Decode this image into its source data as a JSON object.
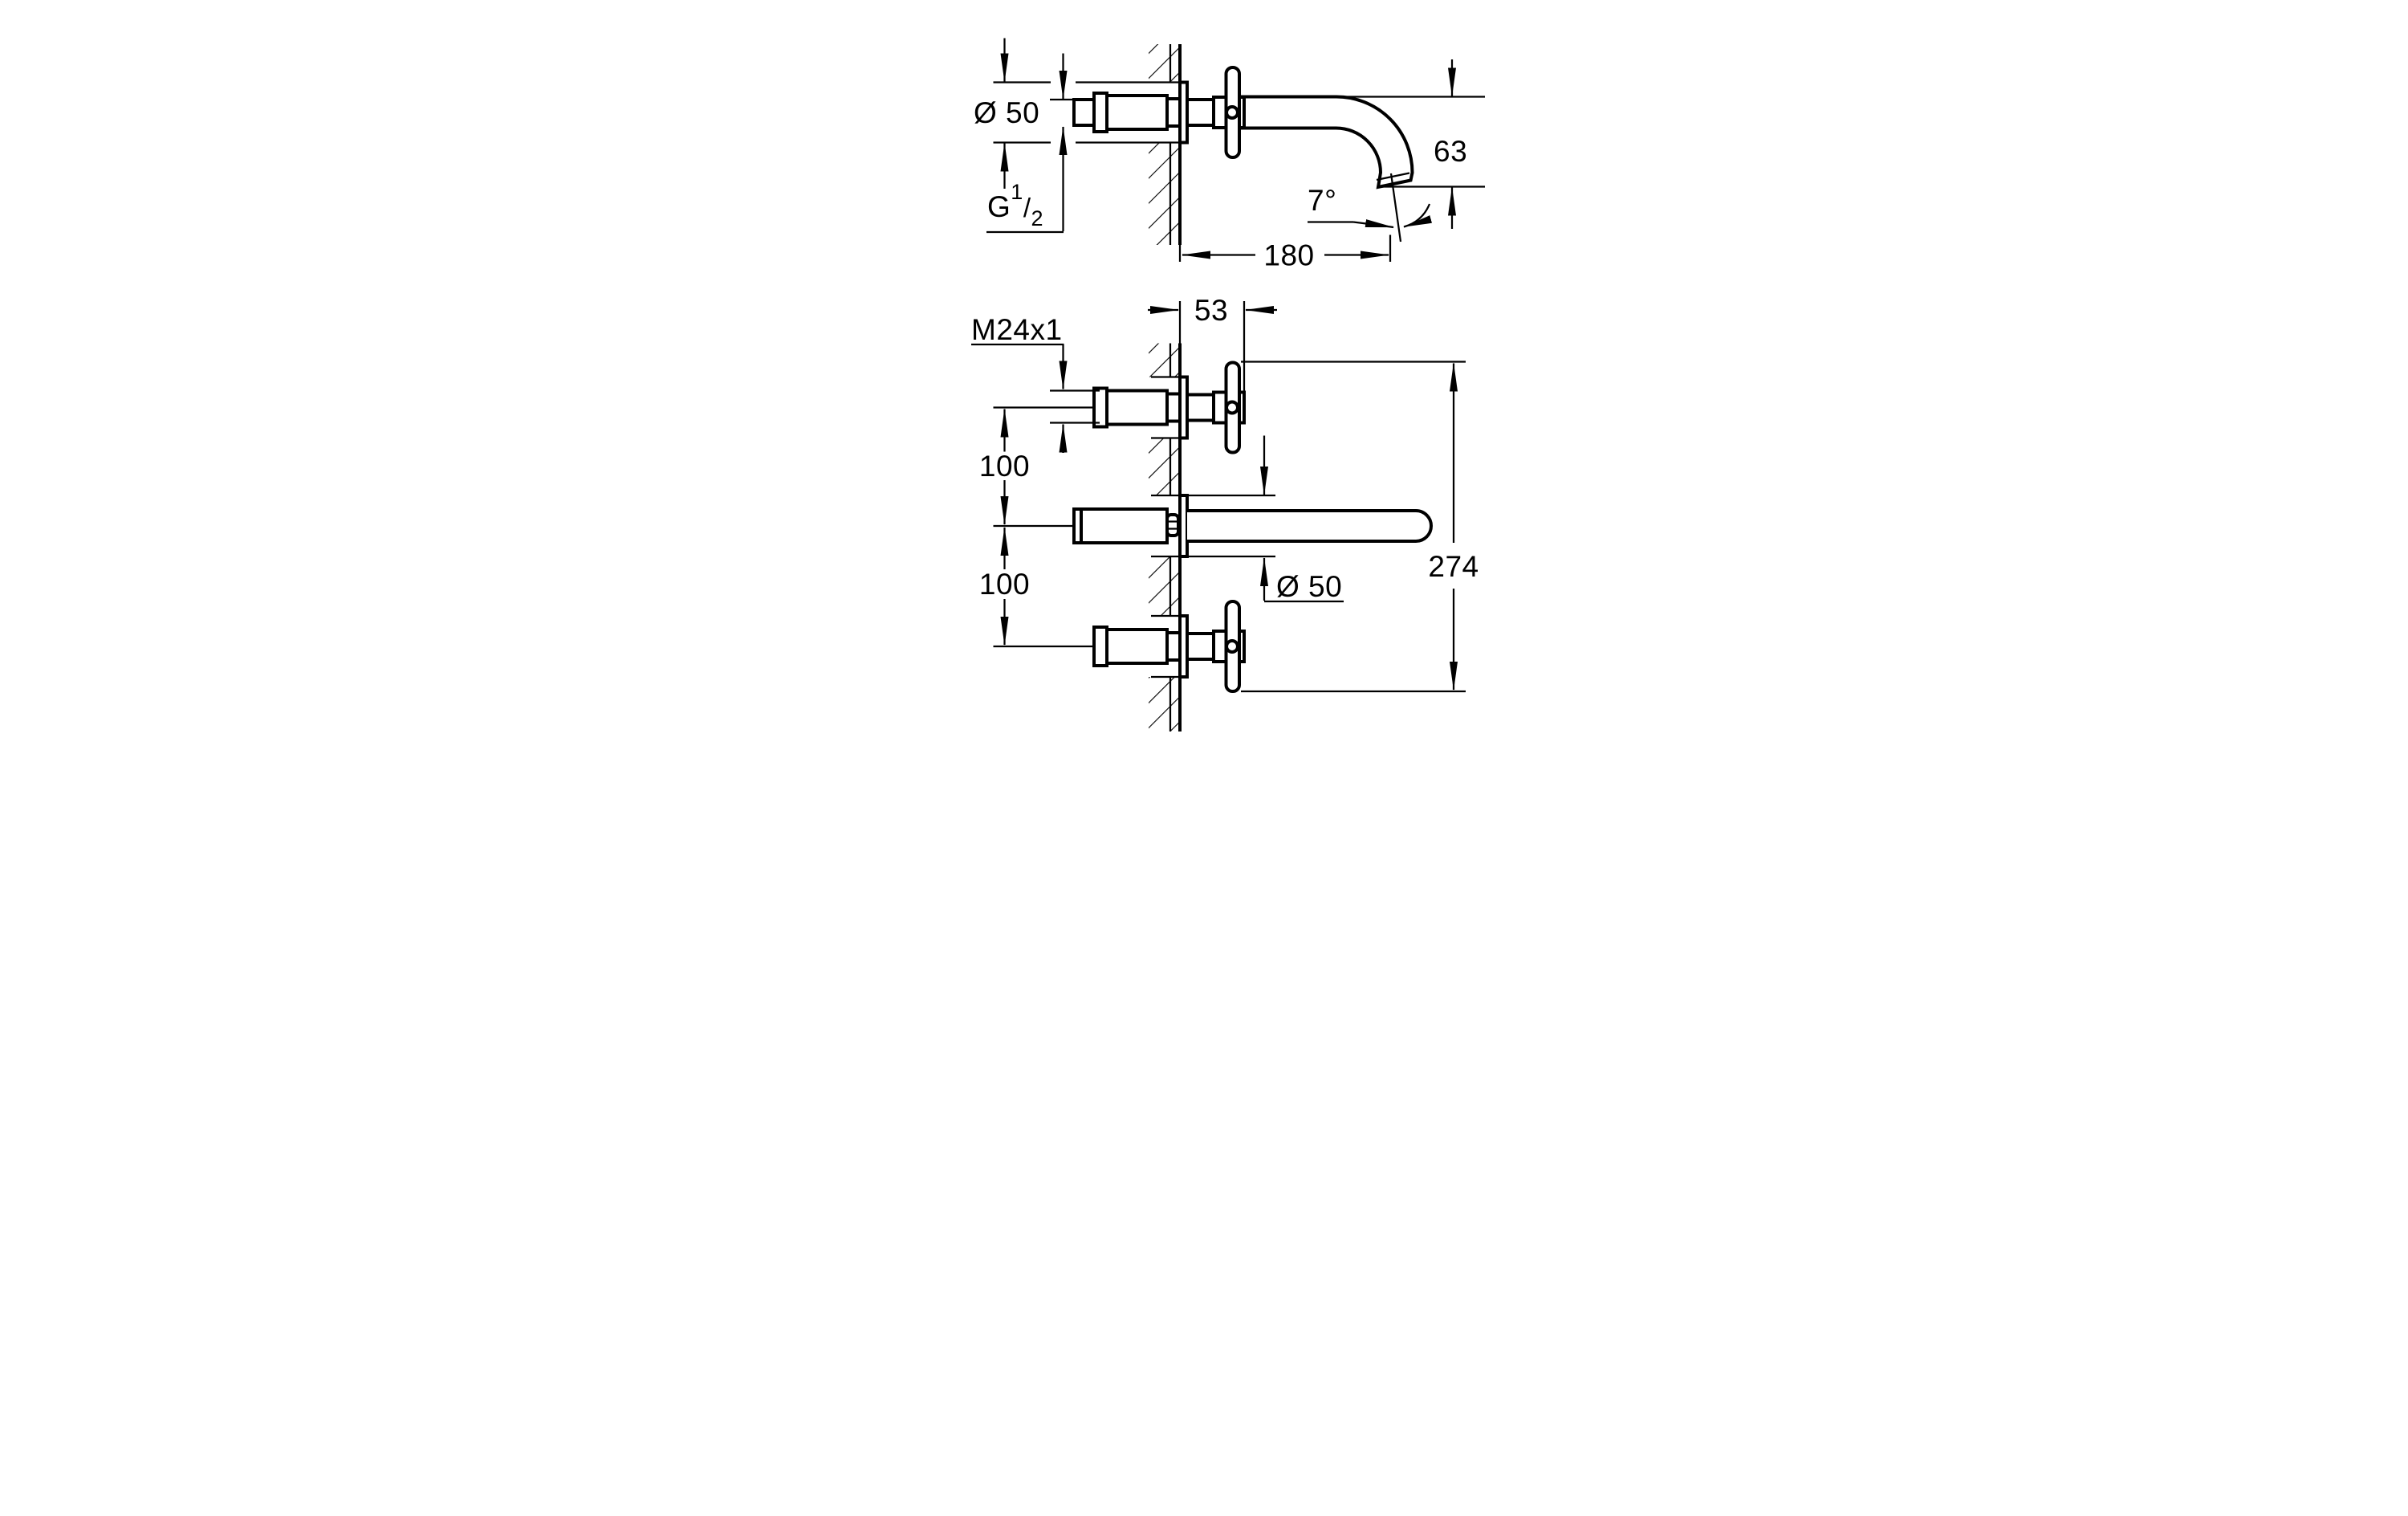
{
  "page": {
    "background": "#ffffff",
    "line_color": "#000000",
    "kind": "technical installation drawing, wall-mounted 3-hole basin mixer, two views"
  },
  "side_view": {
    "dims": {
      "escutcheon_diameter": {
        "label": "Ø 50",
        "value_mm": 50
      },
      "supply_thread": {
        "base": "G",
        "numerator": "1",
        "slash": "/",
        "denominator": "2",
        "spec": "G 1/2"
      },
      "spout_drop": {
        "label": "63",
        "value_mm": 63
      },
      "outlet_angle": {
        "label": "7°",
        "value_deg": 7
      },
      "spout_reach": {
        "label": "180",
        "value_mm": 180
      }
    }
  },
  "front_view": {
    "dims": {
      "wall_to_handle_front": {
        "label": "53",
        "value_mm": 53
      },
      "valve_thread": {
        "label": "M24x1",
        "spec": "M24x1"
      },
      "upper_hole_spacing": {
        "label": "100",
        "value_mm": 100
      },
      "lower_hole_spacing": {
        "label": "100",
        "value_mm": 100
      },
      "flange_diameter": {
        "label": "Ø 50",
        "value_mm": 50
      },
      "overall_span": {
        "label": "274",
        "value_mm": 274
      }
    }
  }
}
